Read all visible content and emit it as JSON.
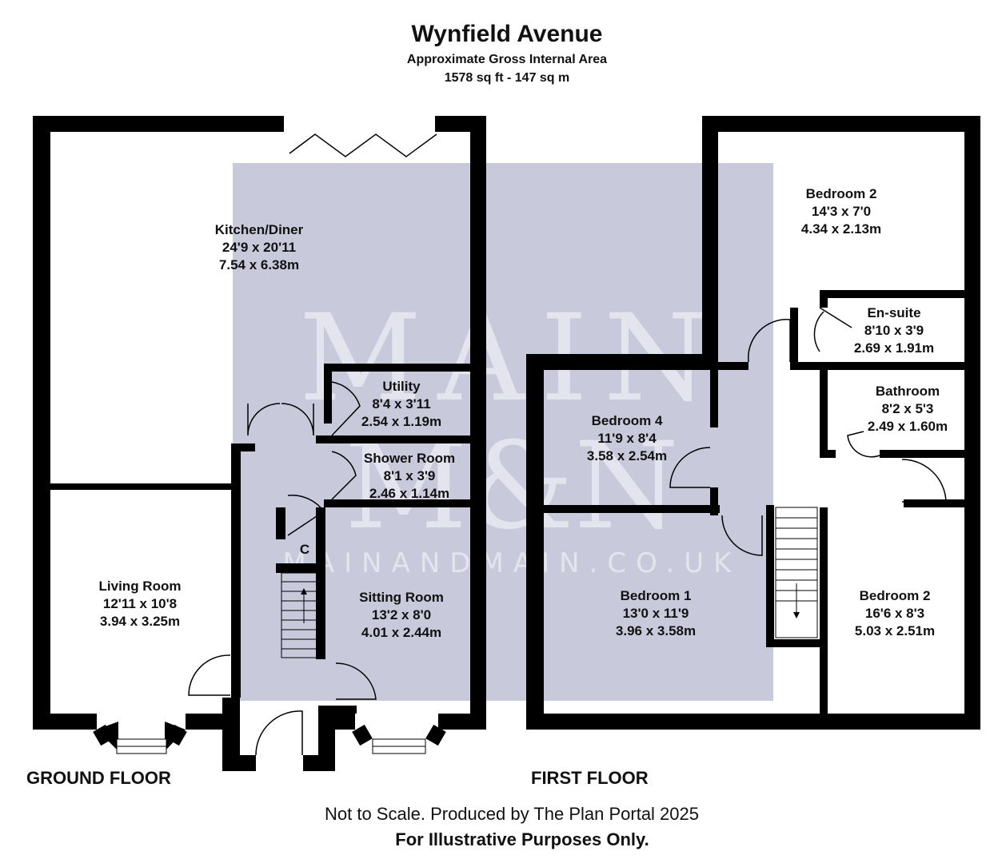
{
  "header": {
    "title": "Wynfield Avenue",
    "area_label": "Approximate Gross Internal Area",
    "area_value": "1578 sq ft - 147 sq m"
  },
  "watermark": {
    "line1": "MAIN",
    "line2": "M&N",
    "url": "MAINANDMAIN.CO.UK",
    "color": "#c9c9dc"
  },
  "ground_floor": {
    "label": "GROUND FLOOR",
    "rooms": [
      {
        "name": "Kitchen/Diner",
        "imperial": "24'9 x 20'11",
        "metric": "7.54 x 6.38m"
      },
      {
        "name": "Utility",
        "imperial": "8'4 x 3'11",
        "metric": "2.54 x 1.19m"
      },
      {
        "name": "Shower Room",
        "imperial": "8'1 x 3'9",
        "metric": "2.46 x 1.14m"
      },
      {
        "name": "Living Room",
        "imperial": "12'11 x 10'8",
        "metric": "3.94 x 3.25m"
      },
      {
        "name": "Sitting Room",
        "imperial": "13'2 x 8'0",
        "metric": "4.01 x 2.44m"
      }
    ],
    "cupboard_label": "C"
  },
  "first_floor": {
    "label": "FIRST FLOOR",
    "rooms": [
      {
        "name": "Bedroom 2",
        "imperial": "14'3 x 7'0",
        "metric": "4.34 x 2.13m"
      },
      {
        "name": "En-suite",
        "imperial": "8'10 x 3'9",
        "metric": "2.69 x 1.91m"
      },
      {
        "name": "Bathroom",
        "imperial": "8'2 x 5'3",
        "metric": "2.49 x 1.60m"
      },
      {
        "name": "Bedroom 4",
        "imperial": "11'9 x 8'4",
        "metric": "3.58 x 2.54m"
      },
      {
        "name": "Bedroom 1",
        "imperial": "13'0 x 11'9",
        "metric": "3.96 x 3.58m"
      },
      {
        "name": "Bedroom 2",
        "imperial": "16'6 x 8'3",
        "metric": "5.03 x 2.51m"
      }
    ]
  },
  "footer": {
    "line1": "Not to Scale. Produced by The Plan Portal 2025",
    "line2": "For Illustrative Purposes Only."
  }
}
